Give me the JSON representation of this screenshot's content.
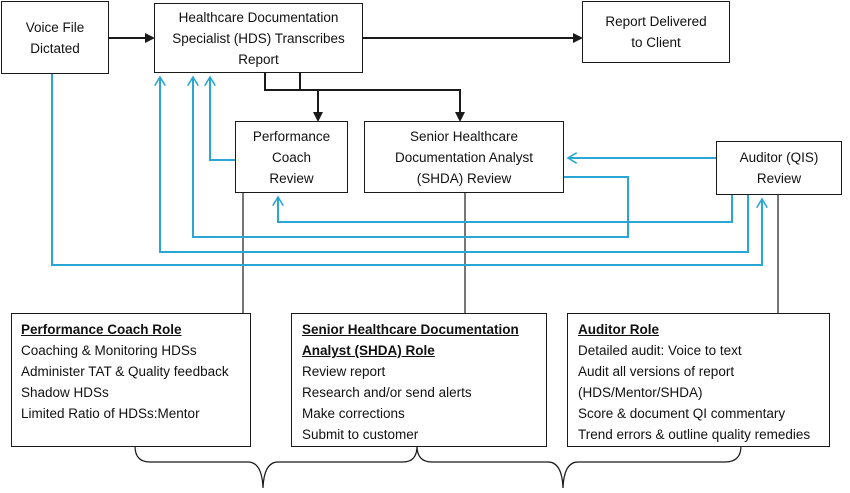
{
  "nodes": {
    "voice_file": {
      "lines": [
        "Voice File",
        "Dictated"
      ]
    },
    "hds": {
      "lines": [
        "Healthcare Documentation",
        "Specialist (HDS) Transcribes",
        "Report"
      ]
    },
    "report_delivered": {
      "lines": [
        "Report Delivered",
        "to Client"
      ]
    },
    "performance_coach": {
      "lines": [
        "Performance",
        "Coach",
        "Review"
      ]
    },
    "shda": {
      "lines": [
        "Senior Healthcare",
        "Documentation Analyst",
        "(SHDA) Review"
      ]
    },
    "auditor": {
      "lines": [
        "Auditor (QIS)",
        "Review"
      ]
    }
  },
  "roles": {
    "performance_coach": {
      "title_lines": [
        "Performance Coach Role"
      ],
      "items": [
        "Coaching & Monitoring HDSs",
        "Administer TAT & Quality feedback",
        "Shadow HDSs",
        "Limited Ratio of HDSs:Mentor"
      ]
    },
    "shda": {
      "title_lines": [
        "Senior Healthcare Documentation",
        "Analyst (SHDA) Role"
      ],
      "items": [
        "Review report",
        "Research and/or send alerts",
        "Make corrections",
        "Submit to customer"
      ]
    },
    "auditor": {
      "title_lines": [
        "Auditor Role"
      ],
      "items": [
        "Detailed audit:  Voice to text",
        "Audit all versions of report",
        "(HDS/Mentor/SHDA)",
        "Score & document QI commentary",
        "Trend errors & outline quality remedies"
      ]
    }
  },
  "colors": {
    "flow_line": "#1a1a1a",
    "feedback_line": "#2aa6d4"
  }
}
